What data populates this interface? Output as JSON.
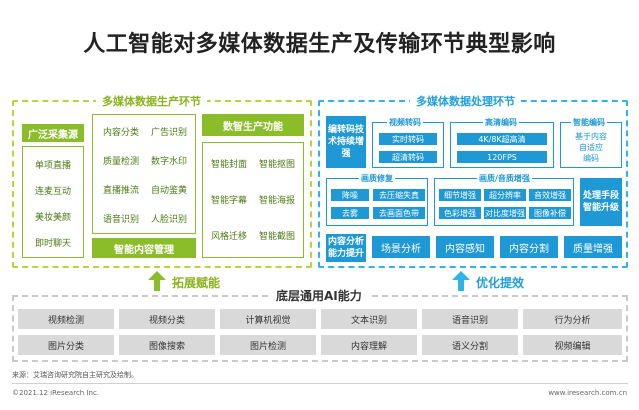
{
  "title": "人工智能对多媒体数据生产及传输环节典型影响",
  "production": {
    "heading": "多媒体数据生产环节",
    "collection": {
      "title": "广泛采集源",
      "items": [
        "单项直播",
        "连麦互动",
        "美妆美颜",
        "即时聊天"
      ]
    },
    "content_mgmt": {
      "title": "智能内容管理",
      "items": [
        "内容分类",
        "广告识别",
        "质量检测",
        "数字水印",
        "直播推流",
        "自动鉴黄",
        "语音识别",
        "人脸识别"
      ]
    },
    "digital": {
      "title": "数智生产功能",
      "items": [
        "智能封面",
        "智能抠图",
        "智能字幕",
        "智能海报",
        "风格迁移",
        "智能截图"
      ]
    }
  },
  "processing": {
    "heading": "多媒体数据处理环节",
    "codec_tech": "编转码技术持续增强",
    "video_transcode": {
      "title": "视频转码",
      "items": [
        "实时转码",
        "超清转码"
      ]
    },
    "hd_codec": {
      "title": "高清编码",
      "items": [
        "4K/8K超高清",
        "120FPS"
      ]
    },
    "smart_codec": {
      "title": "智能编码",
      "items": [
        "基于内容",
        "自适应",
        "编码"
      ]
    },
    "image_repair": {
      "title": "画质修复",
      "items": [
        "降噪",
        "去压缩失真",
        "去雾",
        "去画面色带"
      ]
    },
    "image_enhance": {
      "title": "画质/音质增强",
      "items": [
        "细节增强",
        "超分辨率",
        "音效增强",
        "色彩增强",
        "对比度增强",
        "图像补偿"
      ]
    },
    "processing_upgrade": "处理手段智能升级",
    "content_analysis": "内容分析能力提升",
    "analysis_items": [
      "场景分析",
      "内容感知",
      "内容分割",
      "质量增强"
    ]
  },
  "arrows": {
    "left_label": "拓展赋能",
    "right_label": "优化提效"
  },
  "ai_base": {
    "heading": "底层通用AI能力",
    "row1": [
      "视频检测",
      "视频分类",
      "计算机视觉",
      "文本识别",
      "语音识别",
      "行为分析"
    ],
    "row2": [
      "图片分类",
      "图像搜索",
      "图片检测",
      "内容理解",
      "语义分割",
      "视频编辑"
    ]
  },
  "source": "来源：艾瑞咨询研究院自主研究及绘制。",
  "footer_left": "©2021.12 iResearch Inc.",
  "footer_right": "www.iresearch.com.cn",
  "colors": {
    "green": "#8bbd2a",
    "blue": "#1f98d6",
    "gray": "#d9d9d9"
  }
}
